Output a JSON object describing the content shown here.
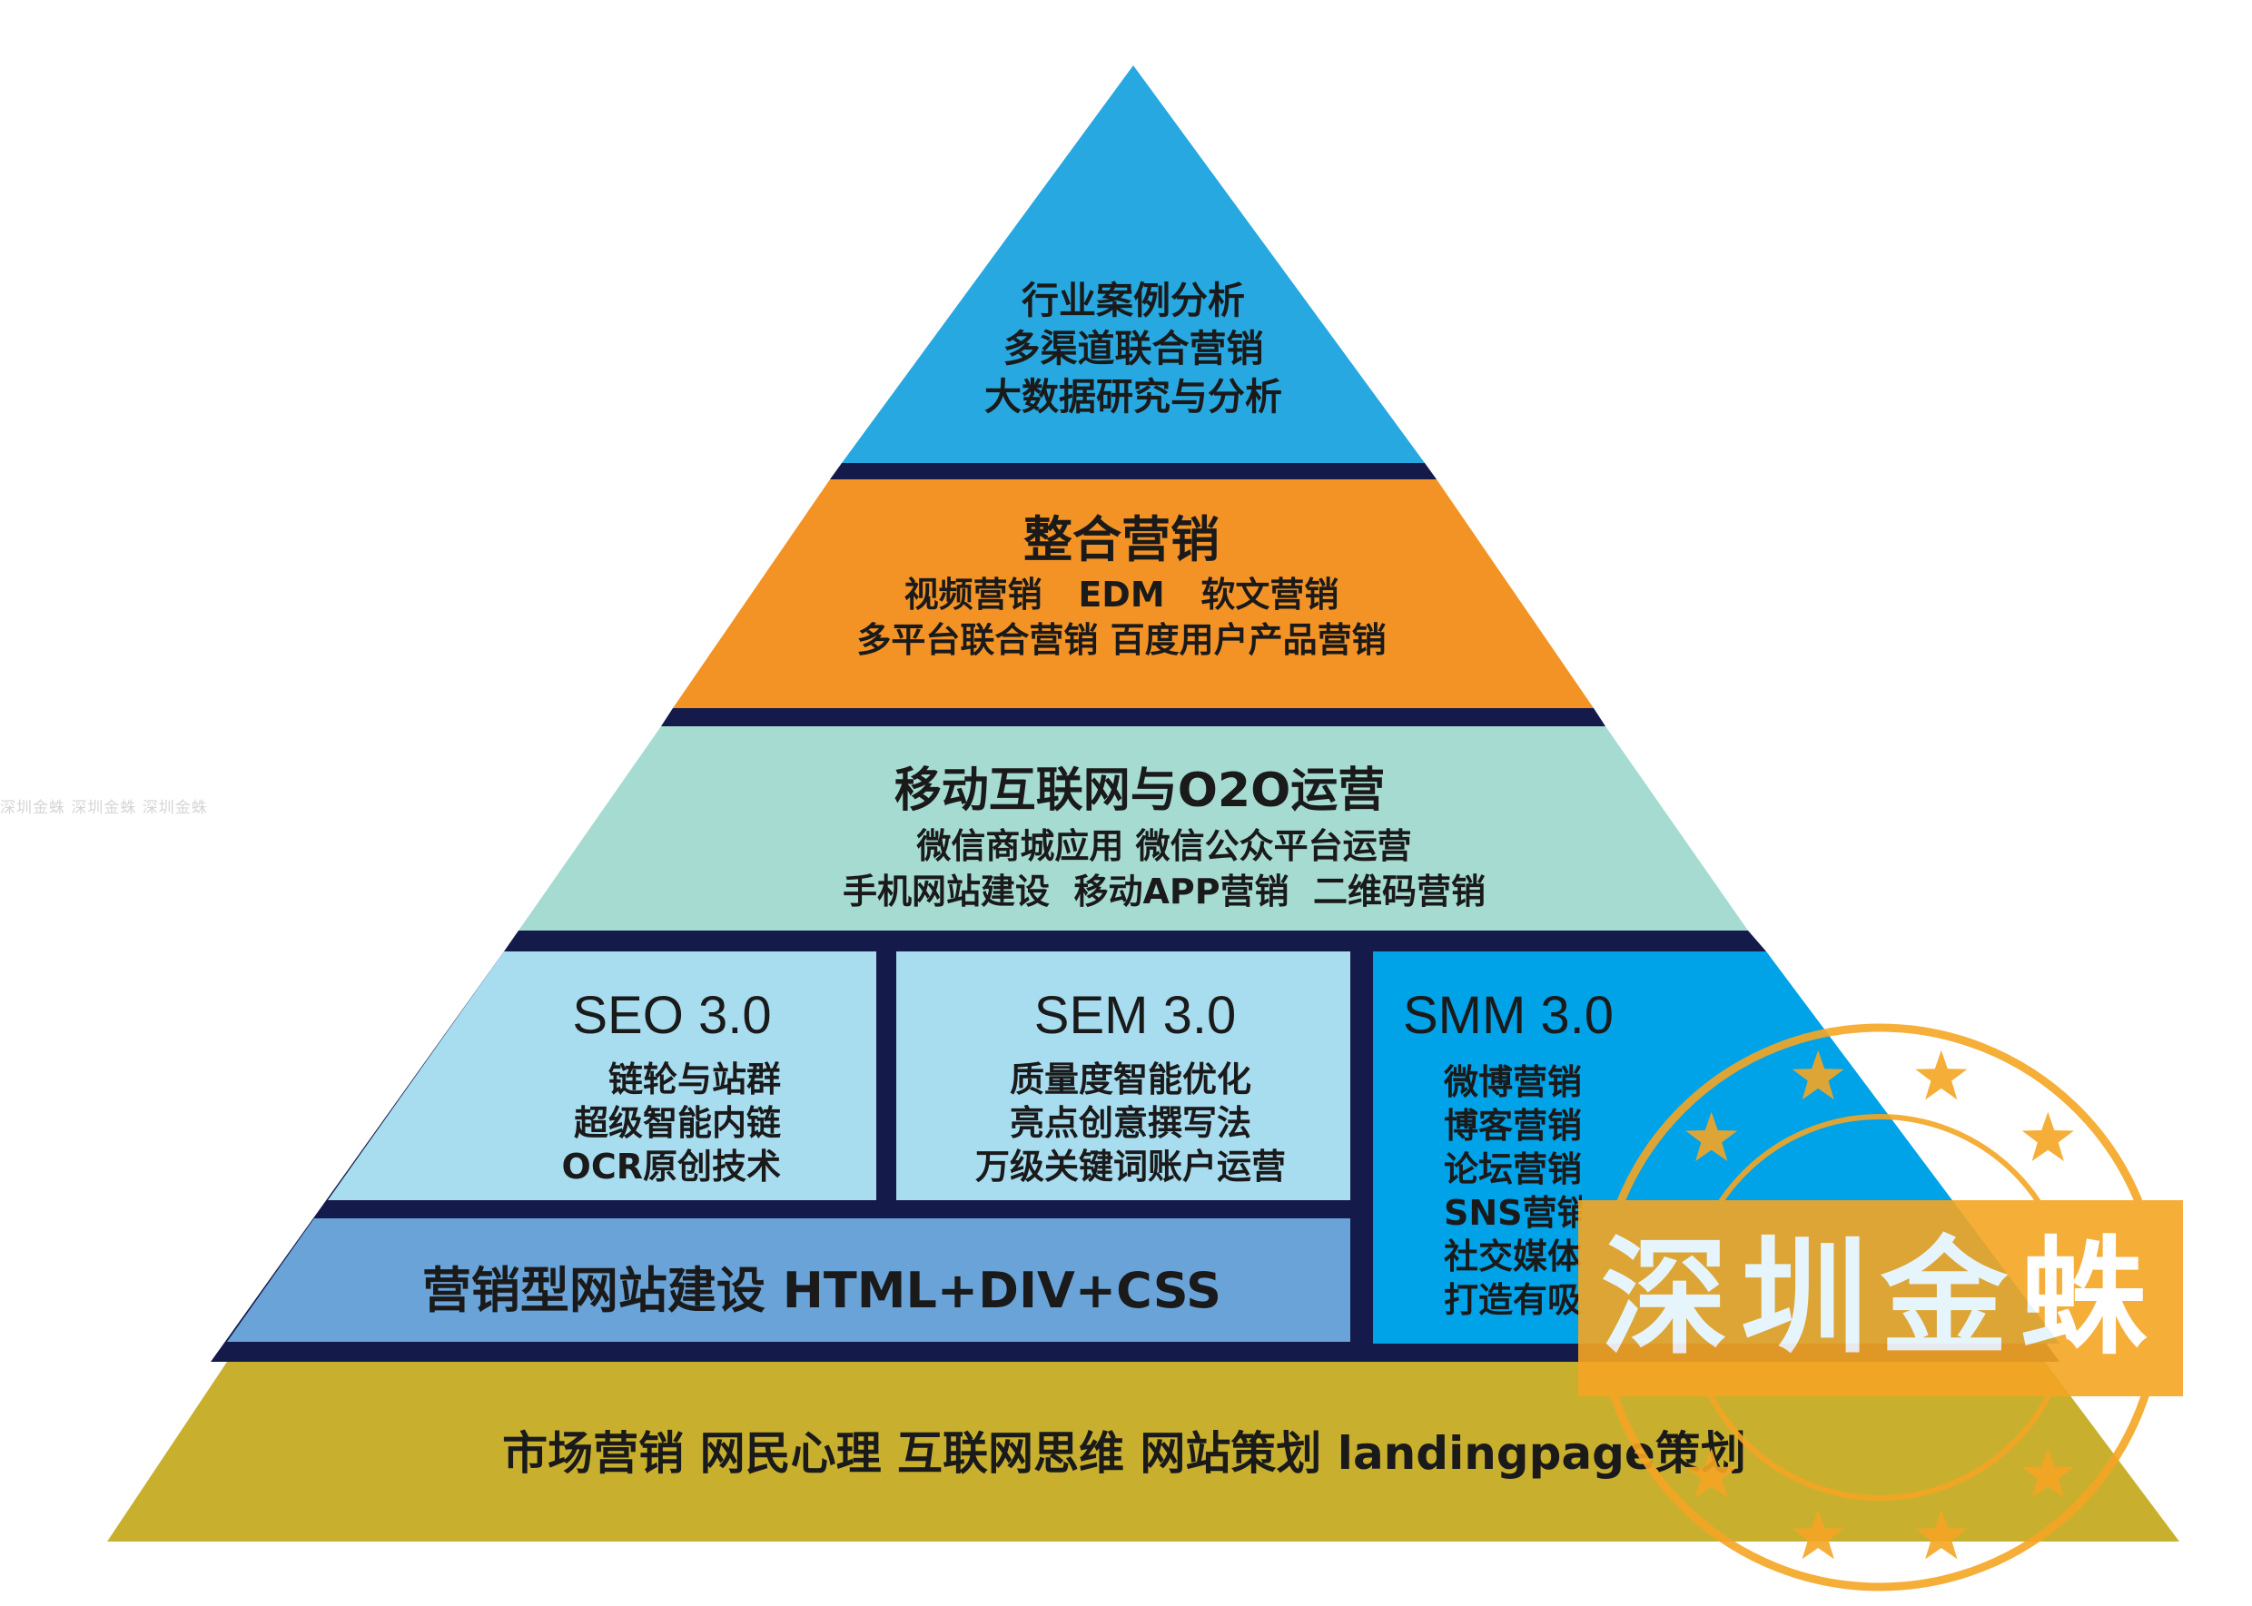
{
  "colors": {
    "divider": "#141a4a",
    "top": "#27a8e0",
    "integrated": "#f39325",
    "mobile": "#a6dbd1",
    "seo": "#a8dcef",
    "sem": "#a8dcef",
    "smm": "#00a2e8",
    "site": "#6aa3d8",
    "base": "#c8b02e",
    "text": "#1a1a1a",
    "stamp": "#f5a623"
  },
  "tiers": {
    "top": {
      "lines": [
        "行业案例分析",
        "多渠道联合营销",
        "大数据研究与分析"
      ]
    },
    "integrated": {
      "title": "整合营销",
      "lines": [
        "视频营销   EDM   软文营销",
        "多平台联合营销 百度用户产品营销"
      ]
    },
    "mobile": {
      "title": "移动互联网与O2O运营",
      "lines": [
        "微信商城应用 微信公众平台运营",
        "手机网站建设  移动APP营销  二维码营销"
      ]
    },
    "seo": {
      "title": "SEO 3.0",
      "lines": [
        "链轮与站群",
        "超级智能内链",
        "OCR原创技术"
      ]
    },
    "sem": {
      "title": "SEM 3.0",
      "lines": [
        "质量度智能优化",
        "亮点创意撰写法",
        "万级关键词账户运营"
      ]
    },
    "smm": {
      "title": "SMM 3.0",
      "lines": [
        "微博营销",
        "博客营销",
        "论坛营销",
        "SNS营销",
        "社交媒体",
        "打造有吸"
      ]
    },
    "site": {
      "title": "营销型网站建设 HTML+DIV+CSS"
    },
    "base": {
      "title": "市场营销 网民心理 互联网思维 网站策划 landingpage策划"
    }
  },
  "watermark": {
    "stamp_text": "深圳金蛛",
    "side_text": "深圳金蛛    深圳金蛛    深圳金蛛"
  }
}
